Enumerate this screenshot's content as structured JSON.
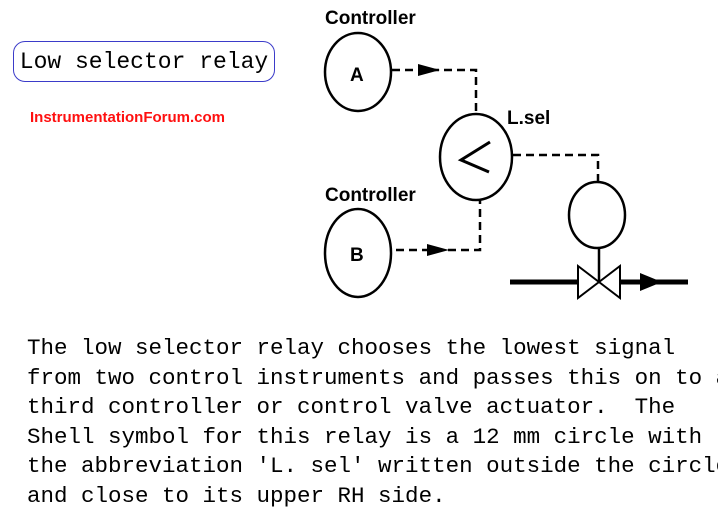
{
  "title": "Low selector relay",
  "site": "InstrumentationForum.com",
  "diagram": {
    "controller_a_label": "Controller",
    "controller_a_letter": "A",
    "controller_b_label": "Controller",
    "controller_b_letter": "B",
    "selector_label": "L.sel",
    "selector_symbol": "<"
  },
  "description_lines": [
    "The low selector relay chooses the lowest signal",
    "from two control instruments and passes this on to a",
    "third controller or control valve actuator.  The",
    "Shell symbol for this relay is a 12 mm circle with",
    "the abbreviation 'L. sel' written outside the circle",
    "and close to its upper RH side."
  ]
}
